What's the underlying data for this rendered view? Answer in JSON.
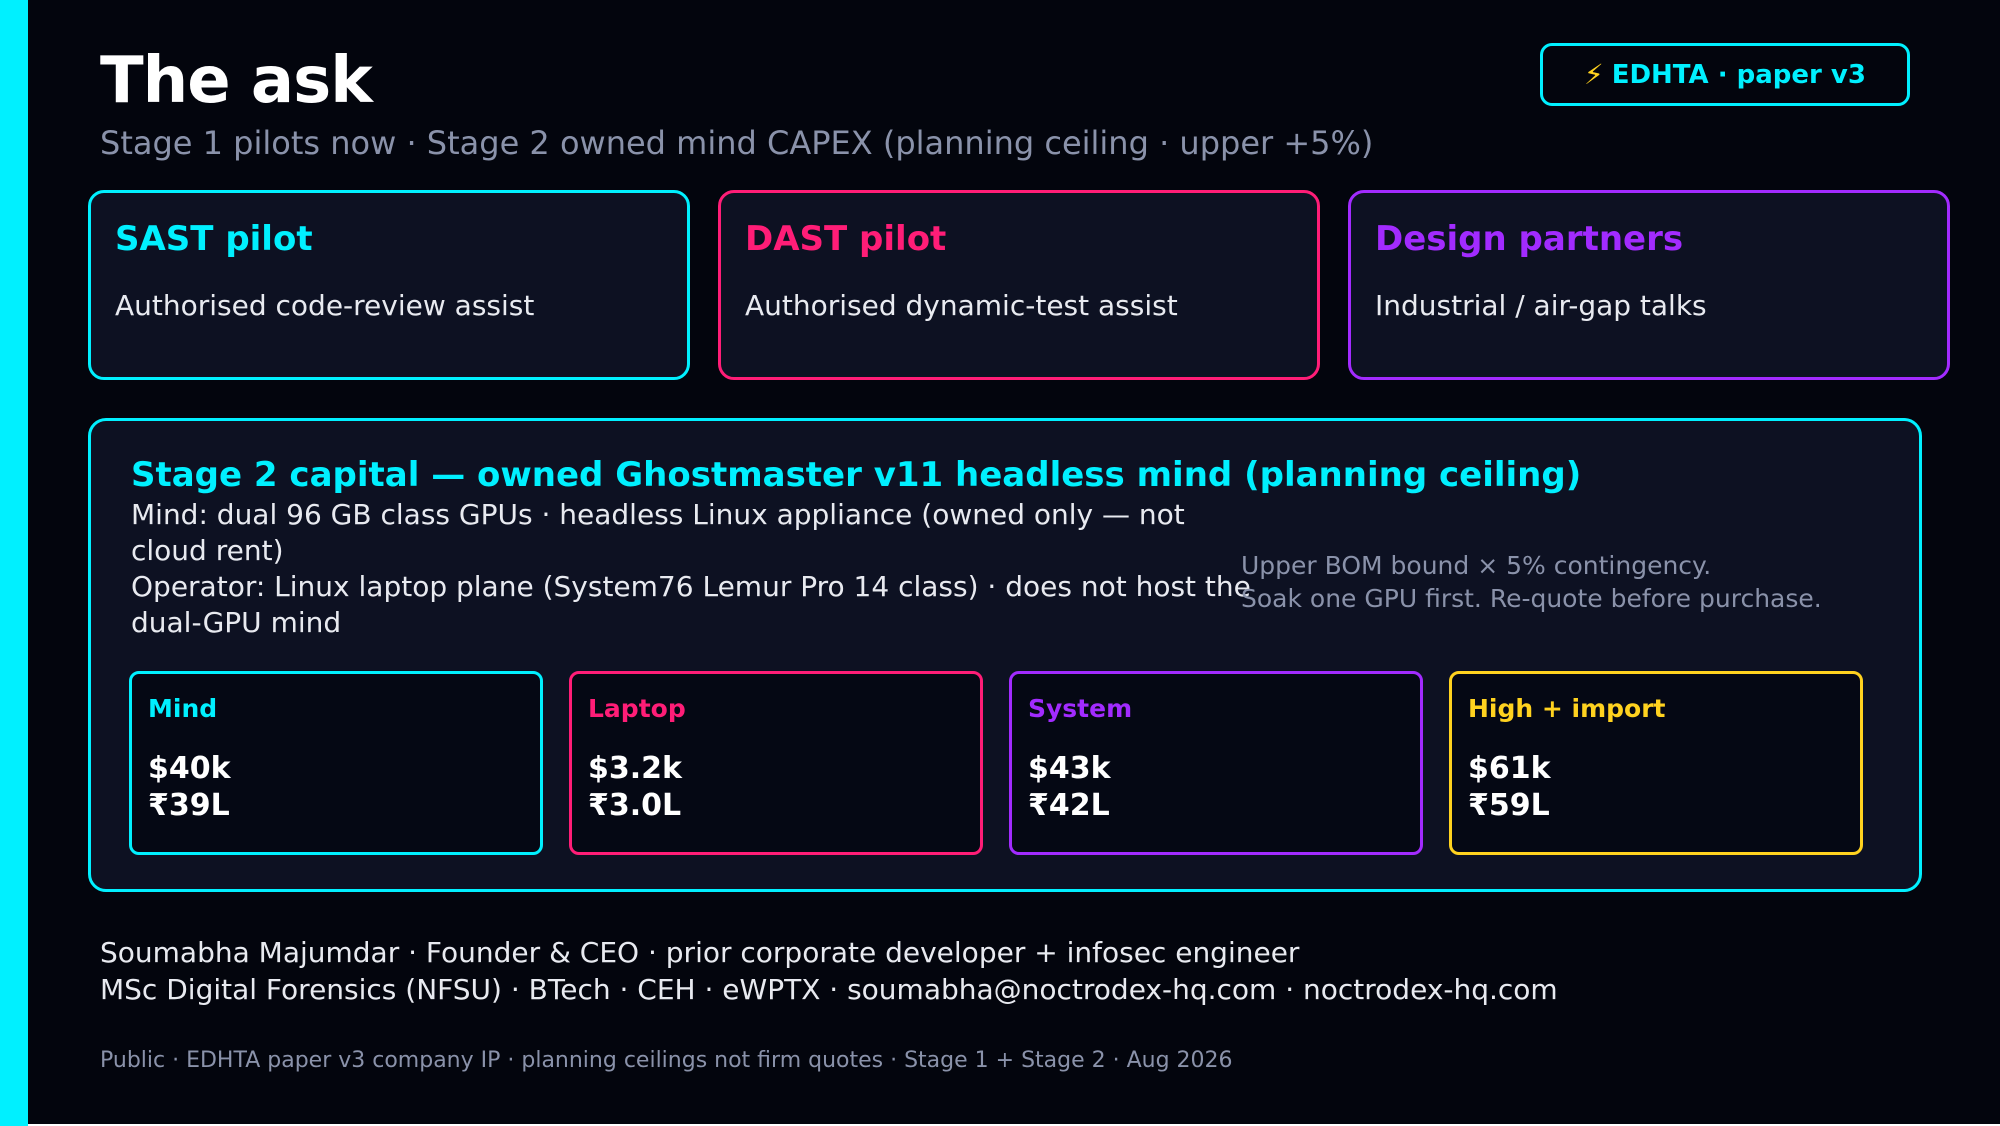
{
  "header": {
    "title": "The ask",
    "subtitle": "Stage 1 pilots now  ·  Stage 2 owned mind CAPEX (planning ceiling · upper +5%)",
    "badge": {
      "icon": "lightning-bolt-icon",
      "glyph": "⚡",
      "label": "EDHTA · paper v3"
    }
  },
  "cards": [
    {
      "title": "SAST pilot",
      "description": "Authorised code-review assist",
      "color": "#00f0ff"
    },
    {
      "title": "DAST pilot",
      "description": "Authorised dynamic-test assist",
      "color": "#ff1d77"
    },
    {
      "title": "Design partners",
      "description": "Industrial / air-gap talks",
      "color": "#a22bff"
    }
  ],
  "stage2": {
    "title": "Stage 2 capital — owned Ghostmaster v11 headless mind (planning ceiling)",
    "mind_line": "Mind: dual 96 GB class GPUs · headless Linux appliance (owned only — not cloud rent)",
    "operator_line": "Operator: Linux laptop plane (System76 Lemur Pro 14 class) · does not host the dual-GPU mind",
    "note_line1": "Upper BOM bound × 5% contingency.",
    "note_line2": "Soak one GPU first. Re-quote before purchase.",
    "costs": [
      {
        "label": "Mind",
        "usd": "$40k",
        "inr": "₹39L",
        "color": "#00f0ff"
      },
      {
        "label": "Laptop",
        "usd": "$3.2k",
        "inr": "₹3.0L",
        "color": "#ff1d77"
      },
      {
        "label": "System",
        "usd": "$43k",
        "inr": "₹42L",
        "color": "#a22bff"
      },
      {
        "label": "High + import",
        "usd": "$61k",
        "inr": "₹59L",
        "color": "#ffd21f"
      }
    ]
  },
  "founder": {
    "line1": "Soumabha Majumdar · Founder & CEO · prior corporate developer + infosec engineer",
    "line2": "MSc Digital Forensics (NFSU) · BTech · CEH · eWPTX  ·  soumabha@noctrodex-hq.com  ·  noctrodex-hq.com"
  },
  "footer": "Public · EDHTA paper v3 company IP  ·  planning ceilings not firm quotes  ·  Stage 1 + Stage 2  ·  Aug 2026"
}
